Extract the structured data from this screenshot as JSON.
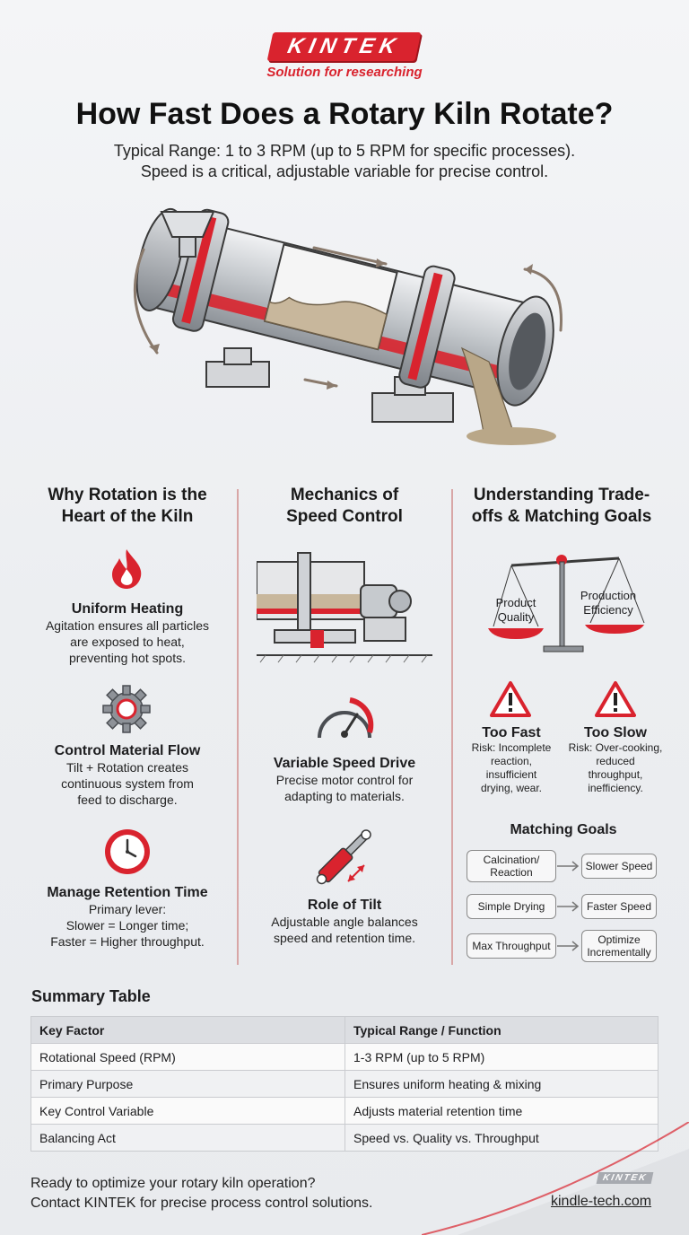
{
  "brand": {
    "name": "KINTEK",
    "tagline": "Solution for researching"
  },
  "title": "How Fast Does a Rotary Kiln Rotate?",
  "subtitle": {
    "line1": "Typical Range: 1 to 3 RPM (up to 5 RPM for specific processes).",
    "line2": "Speed is a critical, adjustable variable for precise control."
  },
  "colors": {
    "accent": "#d9232e",
    "steel": "#b9bdc3",
    "text": "#1d1d1f",
    "divider": "#d8a6a6"
  },
  "col1": {
    "title_line1": "Why Rotation is the",
    "title_line2": "Heart of the Kiln",
    "features": [
      {
        "icon": "flame-icon",
        "title": "Uniform Heating",
        "lines": [
          "Agitation ensures all particles",
          "are exposed to heat,",
          "preventing hot spots."
        ]
      },
      {
        "icon": "gear-icon",
        "title": "Control Material Flow",
        "lines": [
          "Tilt + Rotation creates",
          "continuous system from",
          "feed to discharge."
        ]
      },
      {
        "icon": "clock-icon",
        "title": "Manage Retention Time",
        "lines": [
          "Primary lever:",
          "Slower = Longer time;",
          "Faster = Higher throughput."
        ]
      }
    ]
  },
  "col2": {
    "title_line1": "Mechanics of",
    "title_line2": "Speed Control",
    "features": [
      {
        "icon": "speed-gauge-icon",
        "title": "Variable Speed Drive",
        "lines": [
          "Precise motor control for",
          "adapting to materials."
        ]
      },
      {
        "icon": "hydraulic-cylinder-icon",
        "title": "Role of Tilt",
        "lines": [
          "Adjustable angle balances",
          "speed and retention time."
        ]
      }
    ]
  },
  "col3": {
    "title_line1": "Understanding Trade-",
    "title_line2": "offs & Matching Goals",
    "scale": {
      "left_line1": "Product",
      "left_line2": "Quality",
      "right_line1": "Production",
      "right_line2": "Efficiency"
    },
    "risks": [
      {
        "title": "Too Fast",
        "lines": [
          "Risk: Incomplete",
          "reaction,",
          "insufficient",
          "drying, wear."
        ]
      },
      {
        "title": "Too Slow",
        "lines": [
          "Risk: Over-cooking,",
          "reduced",
          "throughput,",
          "inefficiency."
        ]
      }
    ],
    "goals_title": "Matching Goals",
    "goals": [
      {
        "from_line1": "Calcination/",
        "from_line2": "Reaction",
        "to_line1": "Slower Speed",
        "to_line2": ""
      },
      {
        "from_line1": "Simple Drying",
        "from_line2": "",
        "to_line1": "Faster Speed",
        "to_line2": ""
      },
      {
        "from_line1": "Max Throughput",
        "from_line2": "",
        "to_line1": "Optimize",
        "to_line2": "Incrementally"
      }
    ]
  },
  "summary": {
    "title": "Summary Table",
    "headers": [
      "Key Factor",
      "Typical Range / Function"
    ],
    "rows": [
      [
        "Rotational Speed (RPM)",
        "1-3 RPM (up to 5 RPM)"
      ],
      [
        "Primary Purpose",
        "Ensures uniform heating & mixing"
      ],
      [
        "Key Control Variable",
        "Adjusts material retention time"
      ],
      [
        "Balancing Act",
        "Speed vs. Quality vs. Throughput"
      ]
    ]
  },
  "cta": {
    "line1": "Ready to optimize your rotary kiln operation?",
    "line2": "Contact KINTEK for precise process control solutions."
  },
  "footer": {
    "logo": "KINTEK",
    "url": "kindle-tech.com"
  }
}
